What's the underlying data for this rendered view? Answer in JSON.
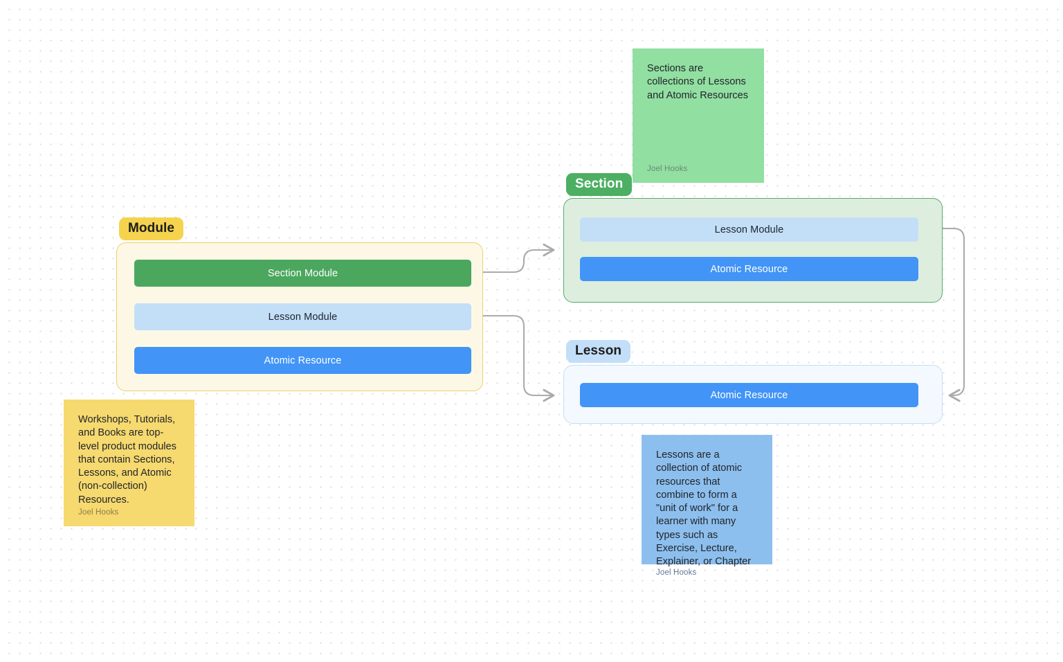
{
  "canvas": {
    "background_color": "#ffffff",
    "dot_color": "#dcdcdc"
  },
  "palette": {
    "green": "#4ca75e",
    "blue": "#4294f7",
    "light_blue": "#c3dff8",
    "yellow_pill": "#f5d34e",
    "module_bg": "#fdf8e6",
    "module_border": "#ecce6a",
    "section_bg": "#ddeedf",
    "section_border": "#57ab6a",
    "lesson_bg": "#f3f9fe",
    "lesson_border": "#c4dff7",
    "sticky_green": "#92dfa2",
    "sticky_yellow": "#f6d96f",
    "sticky_blue": "#8dbfee",
    "connector": "#a9acaa"
  },
  "groups": {
    "module": {
      "label": "Module",
      "nodes": [
        {
          "label": "Section Module",
          "type": "section"
        },
        {
          "label": "Lesson Module",
          "type": "lesson"
        },
        {
          "label": "Atomic Resource",
          "type": "atomic"
        }
      ]
    },
    "section": {
      "label": "Section",
      "nodes": [
        {
          "label": "Lesson Module",
          "type": "lesson"
        },
        {
          "label": "Atomic Resource",
          "type": "atomic"
        }
      ]
    },
    "lesson": {
      "label": "Lesson",
      "nodes": [
        {
          "label": "Atomic Resource",
          "type": "atomic"
        }
      ]
    }
  },
  "sticky_notes": [
    {
      "id": "section-note",
      "color": "green",
      "text": "Sections are collections of Lessons and Atomic Resources",
      "author": "Joel Hooks"
    },
    {
      "id": "module-note",
      "color": "yellow",
      "text": "Workshops, Tutorials, and Books are top-level product modules that contain Sections, Lessons, and Atomic (non-collection) Resources.",
      "author": "Joel Hooks"
    },
    {
      "id": "lesson-note",
      "color": "blue",
      "text": "Lessons are a collection of atomic resources that combine to form a \"unit of work\" for a learner with many types such as Exercise, Lecture, Explainer, or Chapter",
      "author": "Joel Hooks"
    }
  ],
  "connectors": [
    {
      "id": "module-section-to-section-group",
      "from": "Section Module",
      "to": "Section"
    },
    {
      "id": "module-lesson-to-lesson-group",
      "from": "Lesson Module",
      "to": "Lesson"
    },
    {
      "id": "section-lesson-to-lesson-group",
      "from": "Lesson Module (Section)",
      "to": "Lesson"
    }
  ]
}
